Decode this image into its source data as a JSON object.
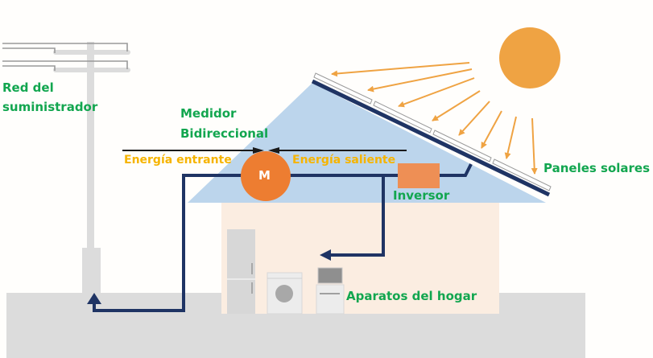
{
  "labels": {
    "grid": [
      "Red del",
      "suministrador"
    ],
    "meter_title": [
      "Medidor",
      "Bidireccional"
    ],
    "incoming": "Energía entrante",
    "outgoing": "Energía saliente",
    "meter_symbol": "M",
    "inverter": "Inversor",
    "panels": "Paneles solares",
    "appliances": "Aparatos del hogar"
  },
  "colors": {
    "label_green": "#12a64f",
    "energy_orange": "#f6b400",
    "sun": "#efa343",
    "meter": "#ed7d31",
    "inverter": "#ee8f55",
    "wire": "#1f3464",
    "roof": "#bcd5ec",
    "wall": "#fbede1",
    "ground": "#dcdcdc"
  }
}
